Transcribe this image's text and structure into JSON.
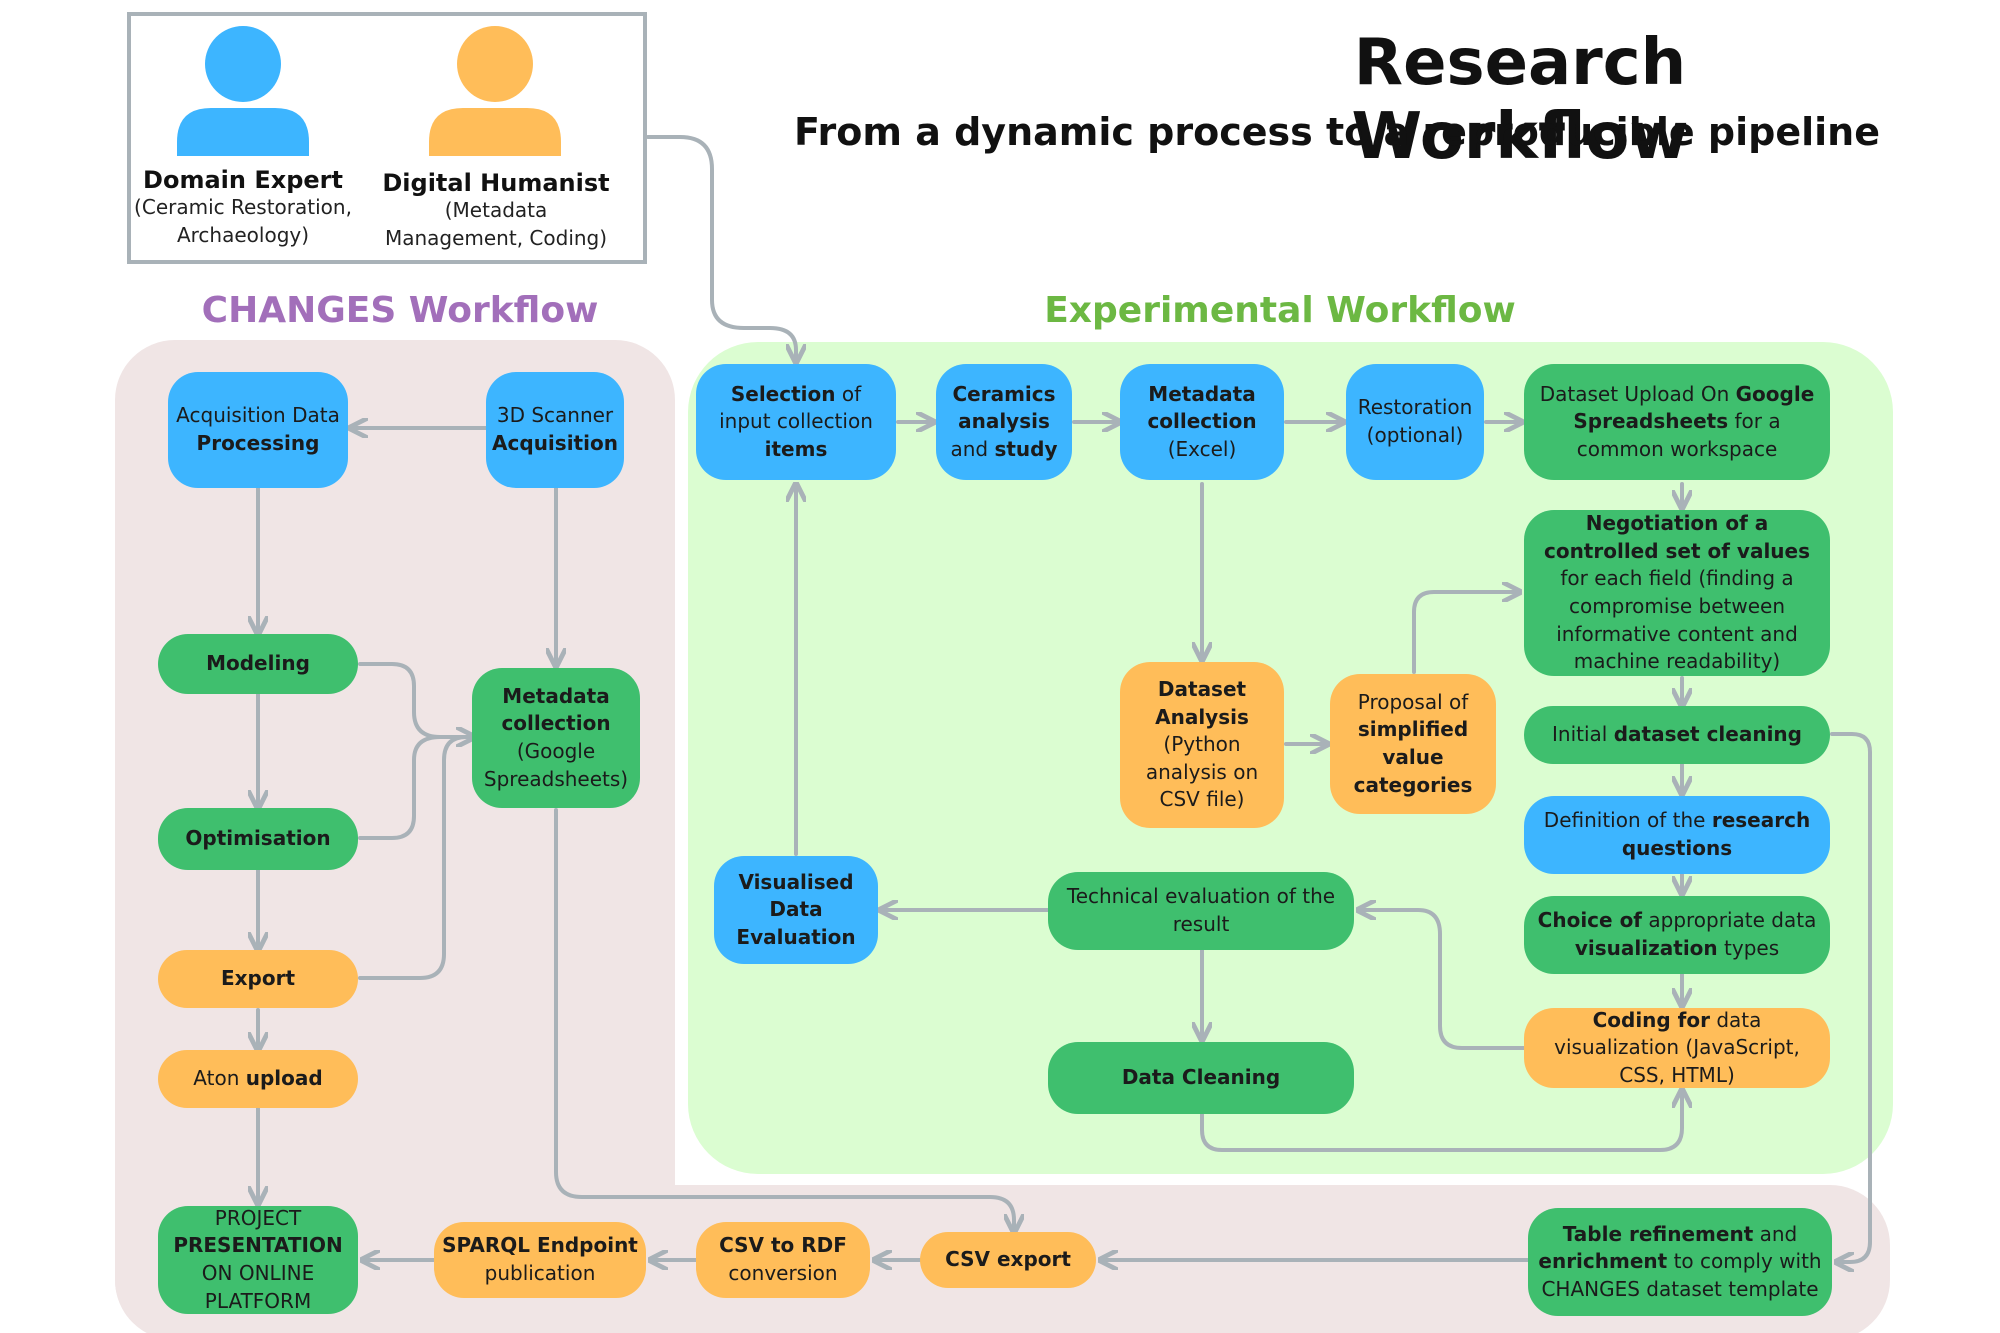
{
  "title": "Research Workflow",
  "subtitle": "From a dynamic process to a reproducible pipeline",
  "colors": {
    "blue": "#3db5ff",
    "green": "#3fbf6e",
    "orange": "#ffbd59",
    "changes": "#a26fba",
    "experimental": "#6cb843",
    "connector": "#a9b2b8"
  },
  "legend": {
    "domain_expert": {
      "name": "Domain Expert",
      "role": "(Ceramic Restoration, Archaeology)",
      "icon": "person-icon",
      "color": "#3db5ff"
    },
    "digital_humanist": {
      "name": "Digital Humanist",
      "role": "(Metadata Management, Coding)",
      "icon": "person-icon",
      "color": "#ffbd59"
    }
  },
  "regions": {
    "changes": "CHANGES Workflow",
    "experimental": "Experimental Workflow"
  },
  "nodes": {
    "acquisition_data_processing": "Acquisition Data <b>Processing</b>",
    "scanner_acquisition": "3D Scanner <b>Acquisition</b>",
    "modeling": "<b>Modeling</b>",
    "optimisation": "<b>Optimisation</b>",
    "metadata_google": "<b>Metadata collection</b> (Google Spreadsheets)",
    "export": "<b>Export</b>",
    "aton_upload": "Aton <b>upload</b>",
    "project_presentation": "PROJECT <b>PRESENTATION</b> ON ONLINE PLATFORM",
    "sparql": "<b>SPARQL Endpoint</b> publication",
    "csv_rdf": "<b>CSV to RDF</b> conversion",
    "csv_export": "<b>CSV export</b>",
    "table_refinement": "<b>Table refinement</b> and <b>enrichment</b> to comply with CHANGES dataset template",
    "selection": "<b>Selection</b> of input collection <b>items</b>",
    "ceramics": "<b>Ceramics analysis</b> and <b>study</b>",
    "metadata_excel": "<b>Metadata collection</b> (Excel)",
    "restoration": "Restoration (optional)",
    "dataset_upload": "Dataset Upload On <b>Google Spreadsheets</b> for a common workspace",
    "negotiation": "<b>Negotiation of a controlled set of values</b> for each field (finding a compromise between informative content and machine readability)",
    "dataset_analysis": "<b>Dataset Analysis</b> (Python analysis on CSV file)",
    "proposal": "Proposal of <b>simplified value categories</b>",
    "initial_cleaning": "Initial <b>dataset cleaning</b>",
    "research_questions": "Definition of the <b>research questions</b>",
    "choice_visualization": "<b>Choice of</b> appropriate data <b>visualization</b> types",
    "coding_visualization": "<b>Coding for</b> data visualization (JavaScript, CSS, HTML)",
    "technical_evaluation": "Technical evaluation of the result",
    "visualised_evaluation": "<b>Visualised Data Evaluation</b>",
    "data_cleaning": "<b>Data Cleaning</b>"
  }
}
